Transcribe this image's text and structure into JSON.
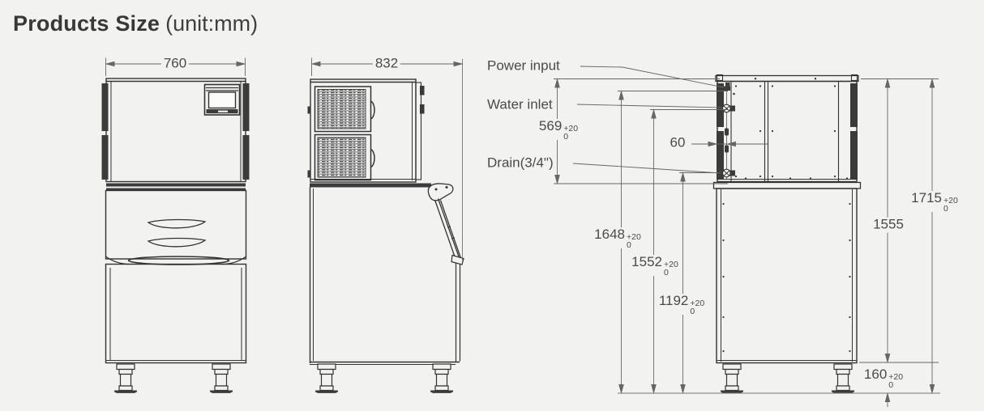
{
  "title": {
    "main": "Products Size",
    "unit": "(unit:mm)"
  },
  "labels": {
    "power_input": "Power input",
    "water_inlet": "Water inlet",
    "drain": "Drain(3/4\")"
  },
  "dimensions": {
    "front_width": {
      "value": "760"
    },
    "side_depth": {
      "value": "832"
    },
    "head_height": {
      "value": "569",
      "tol_plus": "+20",
      "tol_zero": "0"
    },
    "connector_offset": {
      "value": "60"
    },
    "power_height": {
      "value": "1648",
      "tol_plus": "+20",
      "tol_zero": "0"
    },
    "water_height": {
      "value": "1552",
      "tol_plus": "+20",
      "tol_zero": "0"
    },
    "drain_height": {
      "value": "1192",
      "tol_plus": "+20",
      "tol_zero": "0"
    },
    "body_height": {
      "value": "1555"
    },
    "total_height": {
      "value": "1715",
      "tol_plus": "+20",
      "tol_zero": "0"
    },
    "leg_height": {
      "value": "160",
      "tol_plus": "+20",
      "tol_zero": "0"
    }
  },
  "colors": {
    "background": "#f2f2f0",
    "outline": "#333333",
    "dark_fill": "#3b3b3b",
    "dimension_line": "#666666",
    "text": "#4a4a4a"
  }
}
